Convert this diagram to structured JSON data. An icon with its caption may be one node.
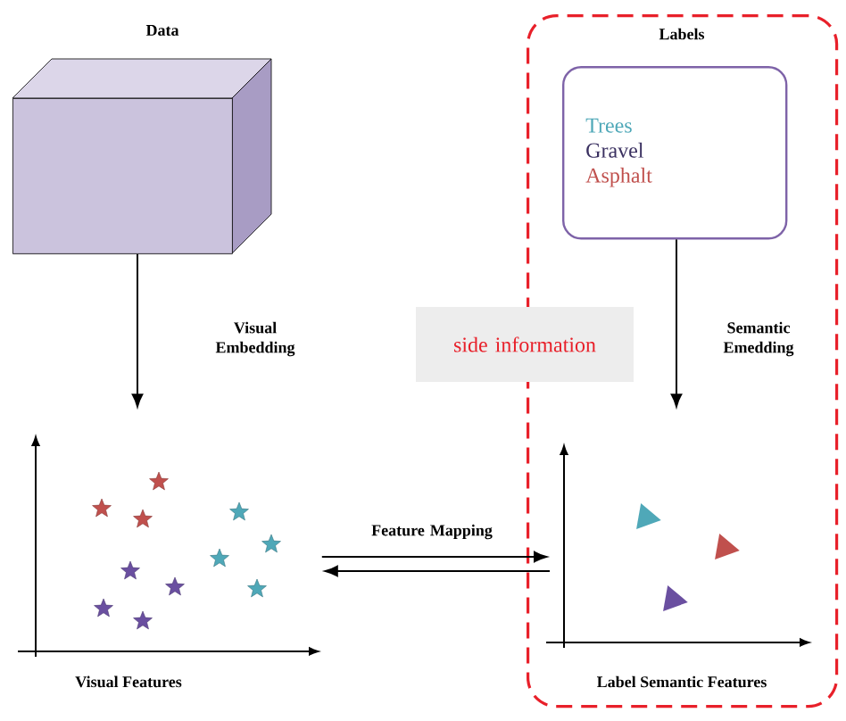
{
  "diagram": {
    "nodes": [
      {
        "text": [
          "Data"
        ]
      },
      {
        "text": [
          "Labels"
        ]
      },
      {
        "text": [
          "Trees",
          "Gravel",
          "Asphalt"
        ],
        "in": 1
      },
      {
        "text": [
          "Visual Features"
        ]
      },
      {
        "text": [
          "Label Semantic Features"
        ],
        "in": 1
      },
      {
        "text": [
          "side information"
        ]
      }
    ],
    "edges": [
      {
        "from": 0,
        "to": 3,
        "arrow": "to",
        "label": "Visual Embedding"
      },
      {
        "from": 2,
        "to": 4,
        "arrow": "to",
        "label": "Semantic Emedding"
      },
      {
        "from": 3,
        "to": 4,
        "arrow": "to",
        "label": "Feature Mapping"
      },
      {
        "from": 4,
        "to": 3,
        "arrow": "to"
      }
    ]
  }
}
